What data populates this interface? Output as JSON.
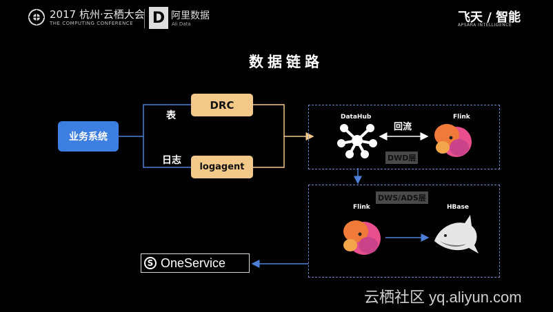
{
  "header": {
    "conference_year": "2017 杭州·云栖大会",
    "conference_sub": "THE COMPUTING CONFERENCE",
    "alibaba_name": "阿里数据",
    "alibaba_sub": "Ali Data",
    "flying": "飞天 / 智能",
    "flying_sub": "APSARA INTELLIGENCE"
  },
  "title": "数据链路",
  "nodes": {
    "business": "业务系统",
    "drc": "DRC",
    "logagent": "logagent",
    "table_label": "表",
    "log_label": "日志",
    "datahub": "DataHub",
    "flink_top": "Flink",
    "backflow": "回流",
    "dwd": "DWD层",
    "dws": "DWS/ADS层",
    "flink_bottom": "Flink",
    "hbase": "HBase",
    "oneservice": "OneService",
    "oneservice_icon": "S"
  },
  "watermark": "云栖社区 yq.aliyun.com"
}
